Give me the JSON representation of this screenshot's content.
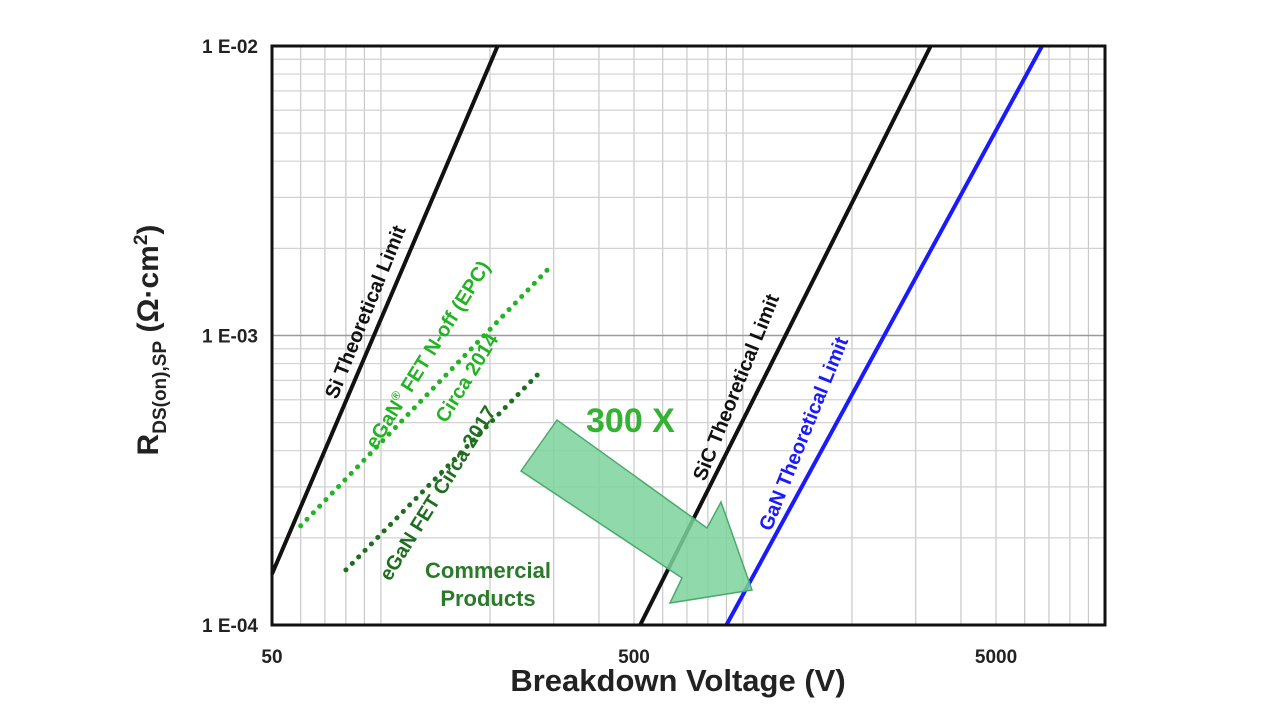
{
  "chart_data": {
    "type": "line",
    "title": "",
    "xlabel": "Breakdown Voltage (V)",
    "ylabel": {
      "base": "R",
      "subscript": "DS(on),SP",
      "unit_open": " (Ω·cm",
      "unit_sup": "2",
      "unit_close": ")"
    },
    "x_scale": "log",
    "y_scale": "log",
    "xlim": [
      50,
      10000
    ],
    "ylim": [
      0.0001,
      0.01
    ],
    "x_ticks": [
      {
        "value": 50,
        "label": "50"
      },
      {
        "value": 500,
        "label": "500"
      },
      {
        "value": 5000,
        "label": "5000"
      }
    ],
    "y_ticks": [
      {
        "value": 0.0001,
        "label": "1 E-04"
      },
      {
        "value": 0.001,
        "label": "1 E-03"
      },
      {
        "value": 0.01,
        "label": "1 E-02"
      }
    ],
    "grid": true,
    "series": [
      {
        "name": "Si Theoretical Limit",
        "style": "solid",
        "color": "#111111",
        "x": [
          50,
          210
        ],
        "y": [
          0.00015,
          0.01
        ]
      },
      {
        "name": "SiC Theoretical Limit",
        "style": "solid",
        "color": "#111111",
        "x": [
          520,
          3300
        ],
        "y": [
          0.0001,
          0.01
        ]
      },
      {
        "name": "GaN Theoretical Limit",
        "style": "solid",
        "color": "#1a1aff",
        "x": [
          900,
          6700
        ],
        "y": [
          0.0001,
          0.01
        ]
      },
      {
        "name": "eGaN® FET N-off (EPC) Circa 2014",
        "style": "dotted",
        "color": "#22b422",
        "x": [
          60,
          290
        ],
        "y": [
          0.00022,
          0.0017
        ]
      },
      {
        "name": "eGaN FET Circa 2017",
        "style": "dotted",
        "color": "#1f6e1f",
        "x": [
          80,
          270
        ],
        "y": [
          0.000155,
          0.00073
        ]
      }
    ],
    "annotations": {
      "improvement": {
        "text": "300 X",
        "color": "#33b233"
      },
      "commercial": {
        "line1": "Commercial",
        "line2": "Products",
        "color": "#2a7a2a"
      },
      "arrow_color": "#7dd29b"
    }
  }
}
